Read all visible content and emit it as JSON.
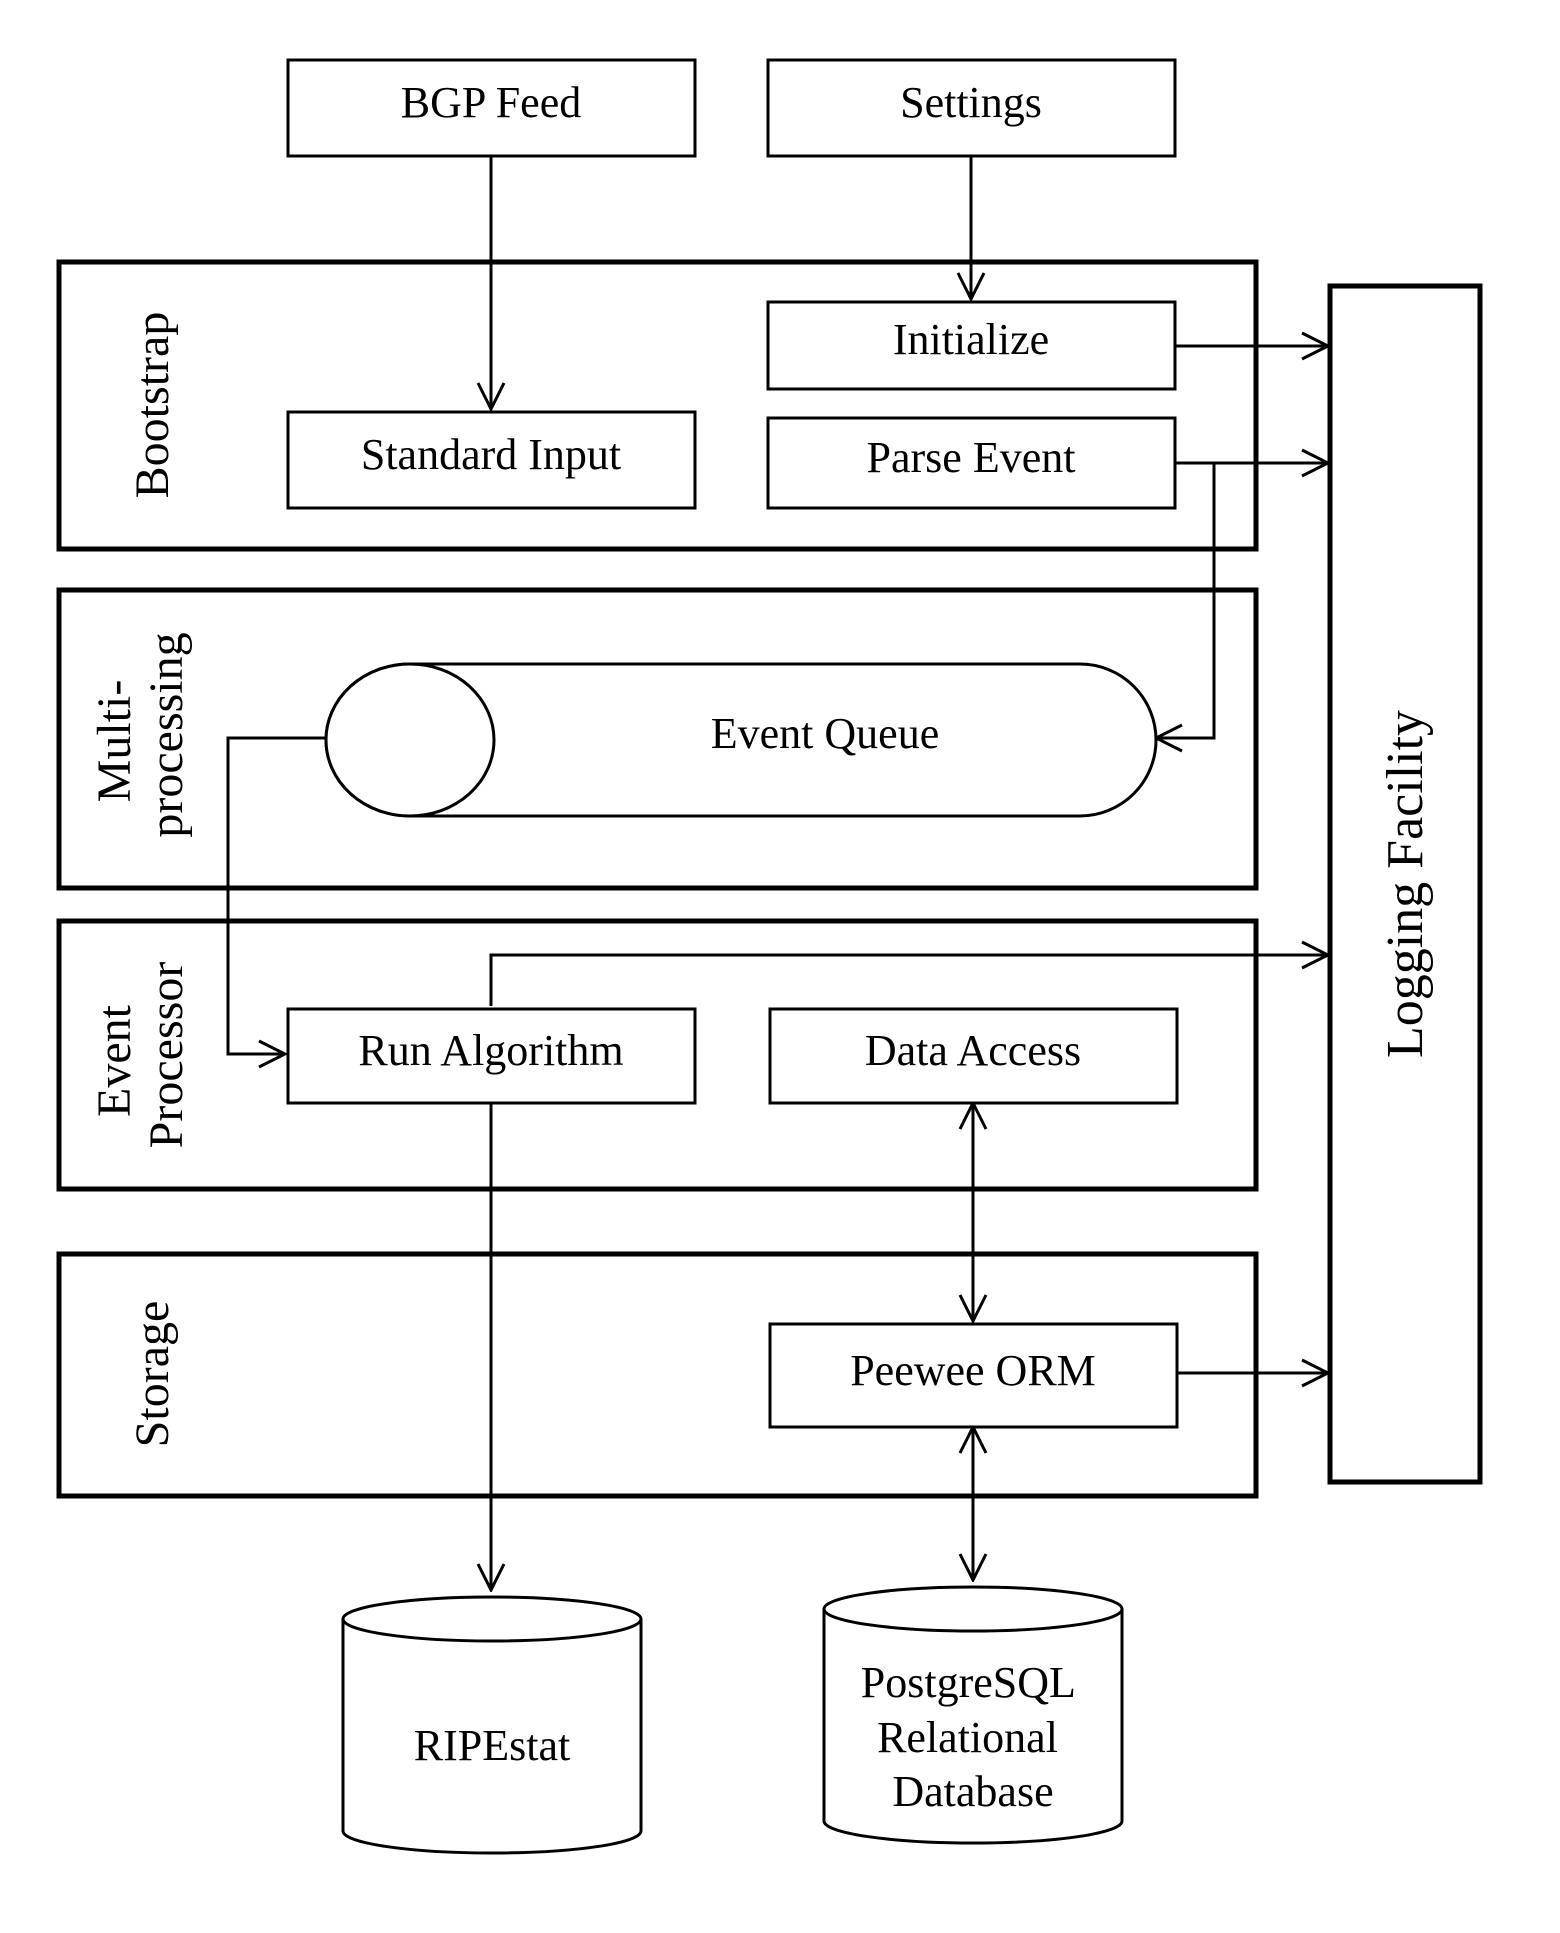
{
  "nodes": {
    "bgp_feed": "BGP Feed",
    "settings": "Settings",
    "initialize": "Initialize",
    "standard_input": "Standard Input",
    "parse_event": "Parse Event",
    "event_queue": "Event Queue",
    "run_algorithm": "Run Algorithm",
    "data_access": "Data Access",
    "peewee_orm": "Peewee ORM",
    "ripestat": "RIPEstat",
    "postgresql": [
      "PostgreSQL",
      "Relational",
      "Database"
    ]
  },
  "groups": {
    "bootstrap": "Bootstrap",
    "multiprocessing": [
      "Multi-",
      "processing"
    ],
    "event_processor": [
      "Event",
      "Processor"
    ],
    "storage": "Storage"
  },
  "logging_facility": "Logging Facility"
}
